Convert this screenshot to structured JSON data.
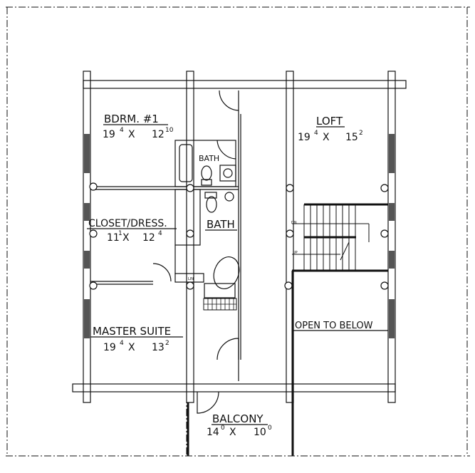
{
  "rooms": {
    "bdrm1": {
      "name": "BDRM. #1",
      "w": "19",
      "w_in": "4",
      "x": "X",
      "l": "12",
      "l_in": "10"
    },
    "loft": {
      "name": "LOFT",
      "w": "19",
      "w_in": "4",
      "x": "X",
      "l": "15",
      "l_in": "2"
    },
    "closet": {
      "name": "CLOSET/DRESS.",
      "w": "11",
      "w_in": "1",
      "x": "X",
      "l": "12",
      "l_in": "4"
    },
    "bath_small": {
      "name": "BATH"
    },
    "bath_main": {
      "name": "BATH"
    },
    "master": {
      "name": "MASTER SUITE",
      "w": "19",
      "w_in": "4",
      "x": "X",
      "l": "13",
      "l_in": "2"
    },
    "open": {
      "name": "OPEN TO BELOW"
    },
    "balcony": {
      "name": "BALCONY",
      "w": "14",
      "w_in": "0",
      "x": "X",
      "l": "10",
      "l_in": "0"
    }
  },
  "stairs": {
    "down": "DN",
    "up": "UP"
  },
  "linen": "LIN"
}
